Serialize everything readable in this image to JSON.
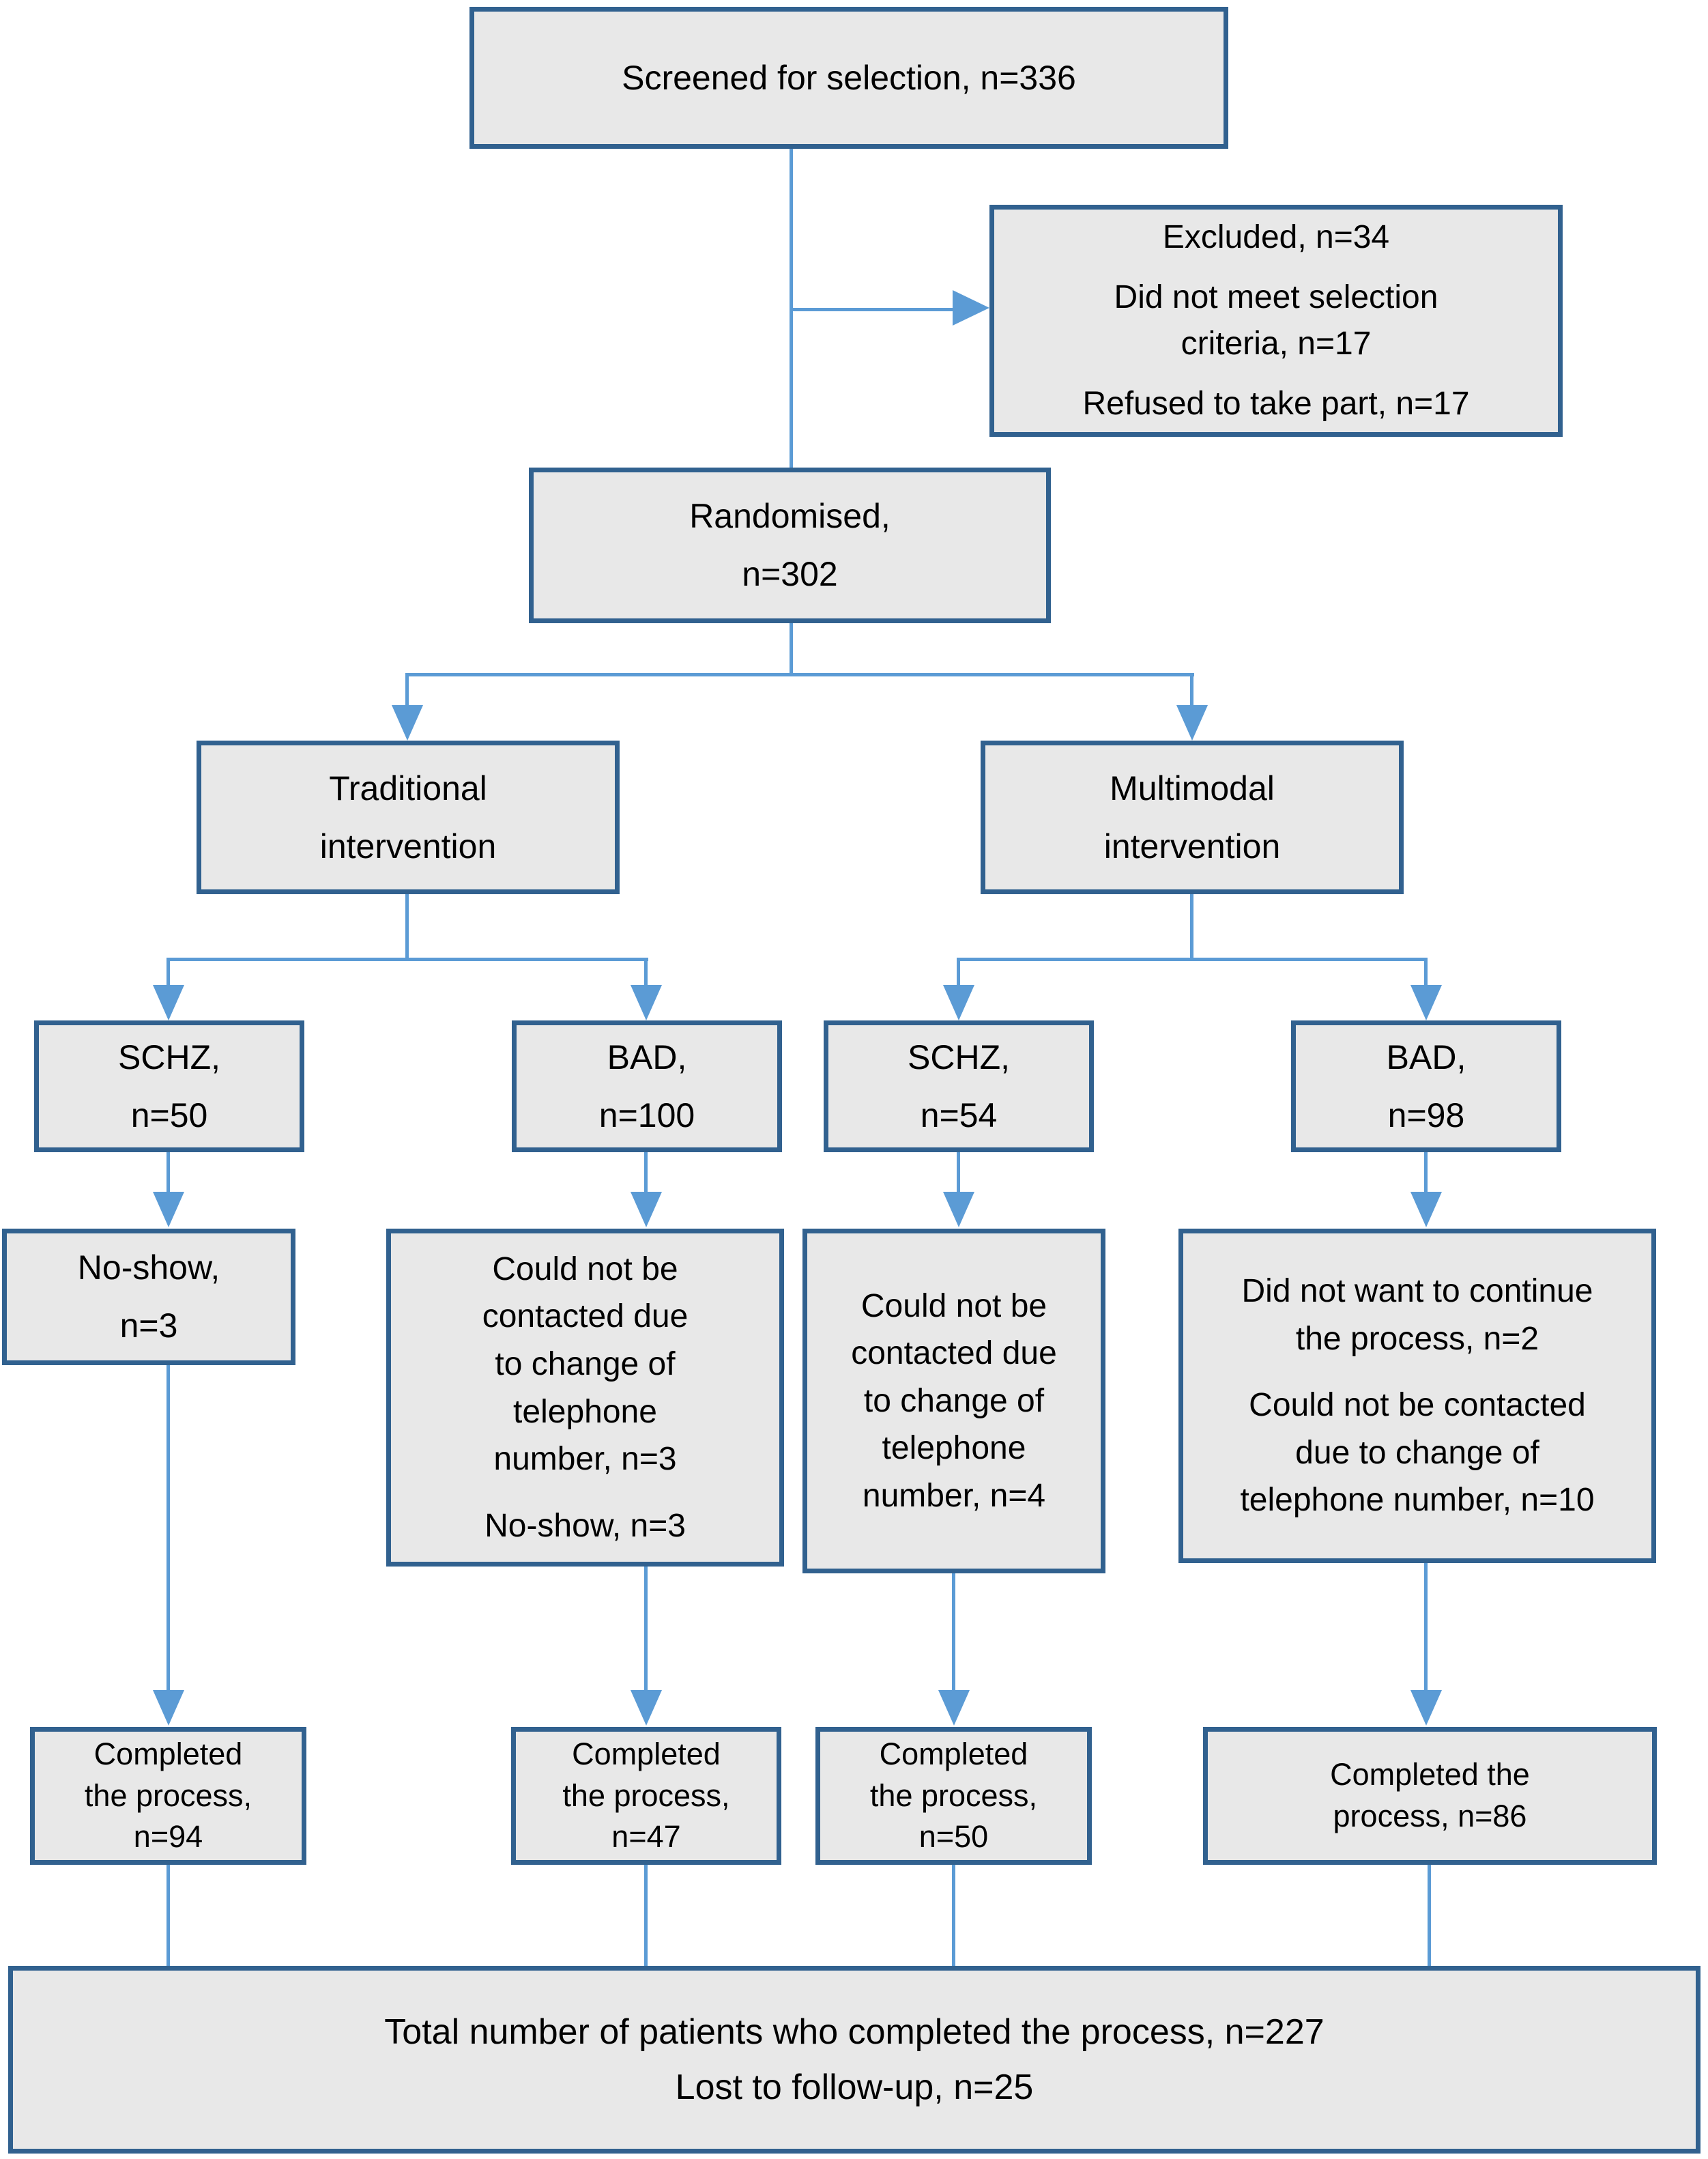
{
  "colors": {
    "box_fill": "#e8e8e8",
    "box_border": "#31618f",
    "connector_blue": "#5b9bd5",
    "text": "#000000",
    "background": "#ffffff"
  },
  "nodes": {
    "screened": {
      "paras": [
        [
          "Screened for selection, n=336"
        ]
      ]
    },
    "excluded": {
      "paras": [
        [
          "Excluded, n=34"
        ],
        [
          "Did not meet selection",
          "criteria, n=17"
        ],
        [
          "Refused to take part, n=17"
        ]
      ]
    },
    "randomised": {
      "paras": [
        [
          "Randomised,",
          "n=302"
        ]
      ]
    },
    "traditional": {
      "paras": [
        [
          "Traditional",
          "intervention"
        ]
      ]
    },
    "multimodal": {
      "paras": [
        [
          "Multimodal",
          "intervention"
        ]
      ]
    },
    "schz_traditional": {
      "paras": [
        [
          "SCHZ,",
          "n=50"
        ]
      ]
    },
    "bad_traditional": {
      "paras": [
        [
          "BAD,",
          "n=100"
        ]
      ]
    },
    "schz_multimodal": {
      "paras": [
        [
          "SCHZ,",
          "n=54"
        ]
      ]
    },
    "bad_multimodal": {
      "paras": [
        [
          "BAD,",
          "n=98"
        ]
      ]
    },
    "noshow_schz_traditional": {
      "paras": [
        [
          "No-show,",
          "n=3"
        ]
      ]
    },
    "dropout_bad_traditional": {
      "paras": [
        [
          "Could not be",
          "contacted due",
          "to change of",
          "telephone",
          "number, n=3"
        ],
        [
          "No-show, n=3"
        ]
      ]
    },
    "dropout_schz_multimodal": {
      "paras": [
        [
          "Could not be",
          "contacted due",
          "to change of",
          "telephone",
          "number, n=4"
        ]
      ]
    },
    "dropout_bad_multimodal": {
      "paras": [
        [
          "Did not want to continue",
          "the process, n=2"
        ],
        [
          "Could not be contacted",
          "due to change of",
          "telephone number, n=10"
        ]
      ]
    },
    "completed_schz_traditional": {
      "paras": [
        [
          "Completed",
          "the process,",
          "n=94"
        ]
      ]
    },
    "completed_bad_traditional": {
      "paras": [
        [
          "Completed",
          "the process,",
          "n=47"
        ]
      ]
    },
    "completed_schz_multimodal": {
      "paras": [
        [
          "Completed",
          "the process,",
          "n=50"
        ]
      ]
    },
    "completed_bad_multimodal": {
      "paras": [
        [
          "Completed the",
          "process, n=86"
        ]
      ]
    },
    "total": {
      "paras": [
        [
          "Total number of patients who completed the process, n=227",
          "Lost to follow-up, n=25"
        ]
      ]
    }
  },
  "edges": [
    {
      "from": "screened",
      "to": "excluded"
    },
    {
      "from": "screened",
      "to": "randomised"
    },
    {
      "from": "randomised",
      "to": "traditional"
    },
    {
      "from": "randomised",
      "to": "multimodal"
    },
    {
      "from": "traditional",
      "to": "schz_traditional"
    },
    {
      "from": "traditional",
      "to": "bad_traditional"
    },
    {
      "from": "multimodal",
      "to": "schz_multimodal"
    },
    {
      "from": "multimodal",
      "to": "bad_multimodal"
    },
    {
      "from": "schz_traditional",
      "to": "noshow_schz_traditional"
    },
    {
      "from": "bad_traditional",
      "to": "dropout_bad_traditional"
    },
    {
      "from": "schz_multimodal",
      "to": "dropout_schz_multimodal"
    },
    {
      "from": "bad_multimodal",
      "to": "dropout_bad_multimodal"
    },
    {
      "from": "noshow_schz_traditional",
      "to": "completed_schz_traditional"
    },
    {
      "from": "dropout_bad_traditional",
      "to": "completed_bad_traditional"
    },
    {
      "from": "dropout_schz_multimodal",
      "to": "completed_schz_multimodal"
    },
    {
      "from": "dropout_bad_multimodal",
      "to": "completed_bad_multimodal"
    },
    {
      "from": "completed_schz_traditional",
      "to": "total"
    },
    {
      "from": "completed_bad_traditional",
      "to": "total"
    },
    {
      "from": "completed_schz_multimodal",
      "to": "total"
    },
    {
      "from": "completed_bad_multimodal",
      "to": "total"
    }
  ]
}
